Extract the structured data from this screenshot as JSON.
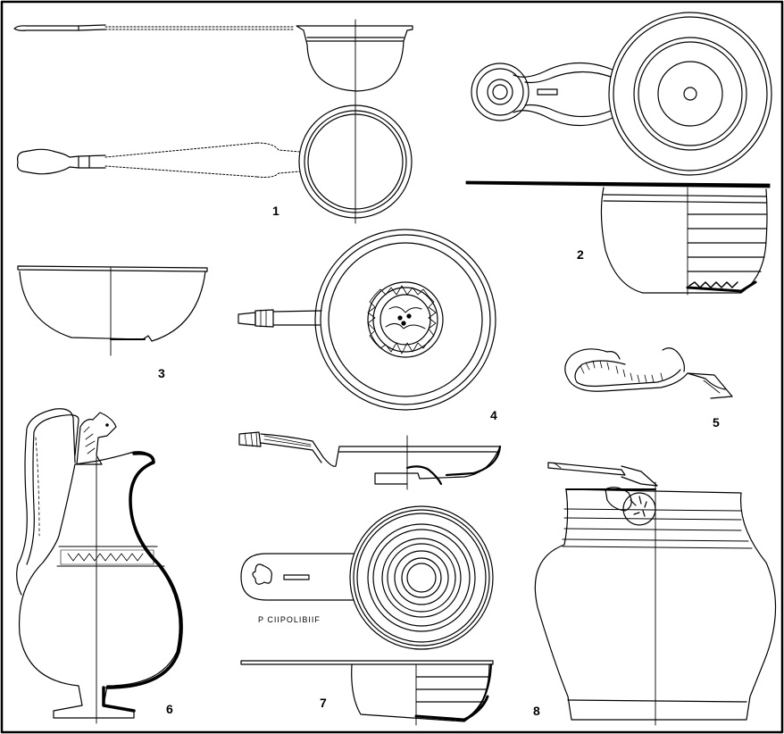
{
  "plate": {
    "figures": [
      {
        "id": "fig-1",
        "label": "1"
      },
      {
        "id": "fig-2",
        "label": "2"
      },
      {
        "id": "fig-3",
        "label": "3"
      },
      {
        "id": "fig-4",
        "label": "4"
      },
      {
        "id": "fig-5",
        "label": "5"
      },
      {
        "id": "fig-6",
        "label": "6"
      },
      {
        "id": "fig-7",
        "label": "7"
      },
      {
        "id": "fig-8",
        "label": "8"
      }
    ],
    "stamp_text": "P CIIPOLIBIIF"
  }
}
